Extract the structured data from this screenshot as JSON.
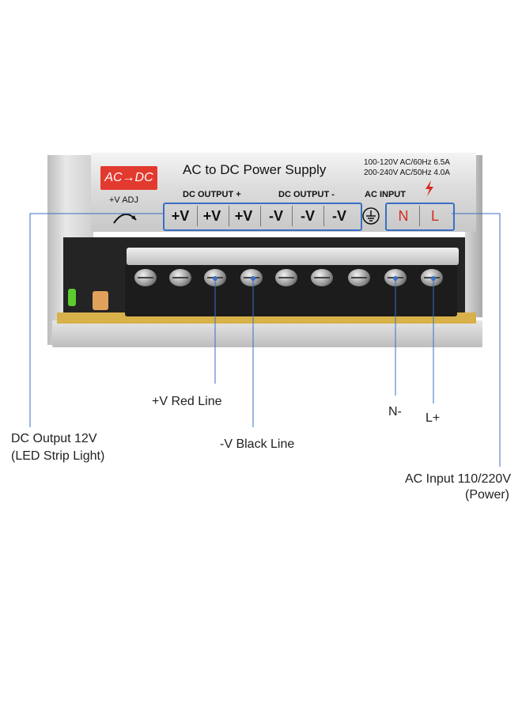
{
  "device": {
    "badge": "AC→DC",
    "title": "AC to DC Power Supply",
    "spec_line1": "100-120V AC/60Hz 6.5A",
    "spec_line2": "200-240V AC/50Hz 4.0A",
    "adj_label": "+V ADJ",
    "dc_output_plus": "DC OUTPUT +",
    "dc_output_minus": "DC OUTPUT -",
    "ac_input": "AC INPUT",
    "terminals_plus": [
      "+V",
      "+V",
      "+V"
    ],
    "terminals_minus": [
      "-V",
      "-V",
      "-V"
    ],
    "neutral": "N",
    "live": "L"
  },
  "callouts": {
    "red_line": "+V Red Line",
    "black_line": "-V Black Line",
    "n_minus": "N-",
    "l_plus": "L+",
    "dc_output_line1": "DC Output 12V",
    "dc_output_line2": "(LED Strip Light)",
    "ac_input_line1": "AC Input 110/220V",
    "ac_input_line2": "(Power)"
  },
  "colors": {
    "accent_blue": "#3a6fc4",
    "badge_red": "#e23a2e",
    "terminal_red": "#d52b1e"
  }
}
